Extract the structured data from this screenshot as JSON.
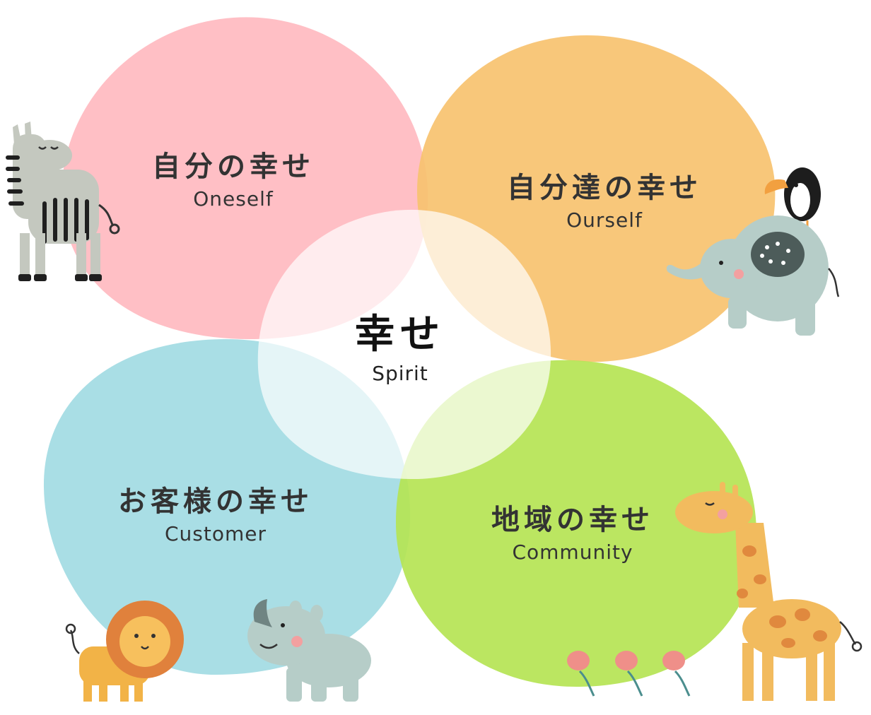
{
  "diagram": {
    "center": {
      "jp": "幸せ",
      "en": "Spirit"
    },
    "blobs": [
      {
        "key": "oneself",
        "jp": "自分の幸せ",
        "en": "Oneself",
        "color": "#ffbac0"
      },
      {
        "key": "ourself",
        "jp": "自分達の幸せ",
        "en": "Ourself",
        "color": "#f7c26f"
      },
      {
        "key": "customer",
        "jp": "お客様の幸せ",
        "en": "Customer",
        "color": "#a2dbe3"
      },
      {
        "key": "community",
        "jp": "地域の幸せ",
        "en": "Community",
        "color": "#b5e454"
      }
    ],
    "center_color": "#ffffff",
    "illustrations": [
      "zebra",
      "toucan",
      "elephant",
      "lion",
      "rhino",
      "flowers",
      "giraffe"
    ]
  }
}
